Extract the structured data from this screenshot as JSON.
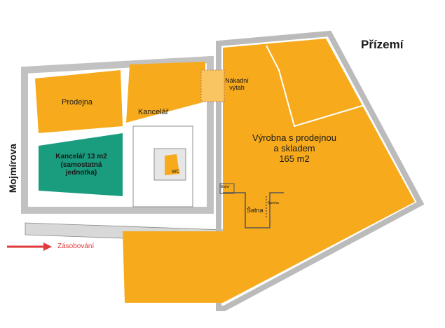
{
  "title": "Přízemí",
  "street": "Mojmírova",
  "supply": "Zásobování",
  "rooms": {
    "shop": "Prodejna",
    "office_upper": "Kancelář",
    "office_green_line1": "Kancelář 13 m2",
    "office_green_line2": "(samostatná",
    "office_green_line3": "jednotka)",
    "wc": "WC",
    "lift_line1": "Nákadní",
    "lift_line2": "výtah",
    "production_line1": "Výrobna s prodejnou",
    "production_line2": "a skladem",
    "production_line3": "165 m2",
    "boiler": "Bojler",
    "changing": "Šatna",
    "shower": "Sprcha"
  },
  "colors": {
    "orange": "#f7aa1c",
    "green": "#1a9c7e",
    "wall": "#d8d8d8",
    "arrow": "#e03a3a"
  }
}
